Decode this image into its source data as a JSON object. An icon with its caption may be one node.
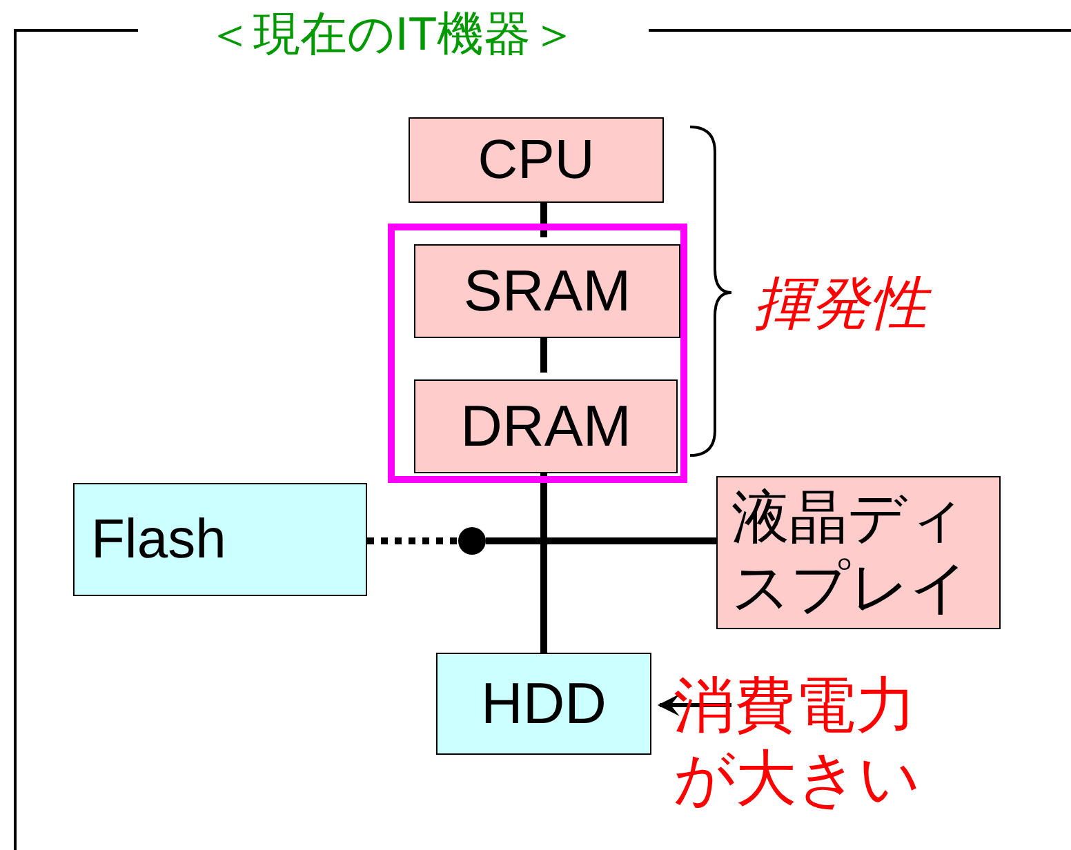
{
  "diagram": {
    "title": "＜現在のIT機器＞",
    "nodes": [
      {
        "text": [
          "CPU"
        ]
      },
      {
        "text": [],
        "shape": "box"
      },
      {
        "text": [
          "SRAM"
        ],
        "in": 1
      },
      {
        "text": [
          "DRAM"
        ],
        "in": 1
      },
      {
        "text": [
          "Flash"
        ]
      },
      {
        "text": [
          "液晶ディスプレイ"
        ]
      },
      {
        "text": [
          "HDD"
        ]
      },
      {
        "text": [
          "消費電力が大きい"
        ]
      },
      {
        "text": [],
        "shape": "circle"
      }
    ],
    "edges": [
      {
        "from": 0,
        "to": 2,
        "arrow": "none"
      },
      {
        "from": 2,
        "to": 3,
        "arrow": "none"
      },
      {
        "from": 3,
        "to": 6,
        "arrow": "none"
      },
      {
        "from": 4,
        "to": 8,
        "arrow": "none",
        "style": "dashed"
      },
      {
        "from": 8,
        "to": 5,
        "arrow": "none"
      },
      {
        "from": 7,
        "to": 6,
        "arrow": "to"
      }
    ],
    "labels": [
      "揮発性"
    ]
  }
}
